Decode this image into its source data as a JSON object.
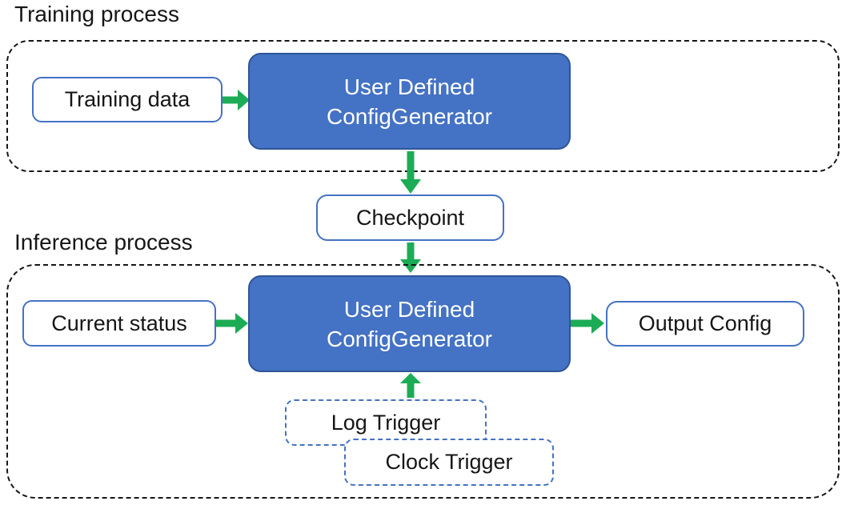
{
  "colors": {
    "accent_blue": "#4472C4",
    "blue_fill": "#4472C4",
    "blue_dark": "#2F5597",
    "green": "#1CAC55",
    "ink": "#161616"
  },
  "training": {
    "title": "Training process",
    "input_box": "Training data",
    "generator_line1": "User Defined",
    "generator_line2": "ConfigGenerator"
  },
  "checkpoint": {
    "label": "Checkpoint"
  },
  "inference": {
    "title": "Inference process",
    "input_box": "Current status",
    "generator_line1": "User Defined",
    "generator_line2": "ConfigGenerator",
    "output_box": "Output Config",
    "triggers": {
      "log": "Log Trigger",
      "clock": "Clock Trigger"
    }
  }
}
